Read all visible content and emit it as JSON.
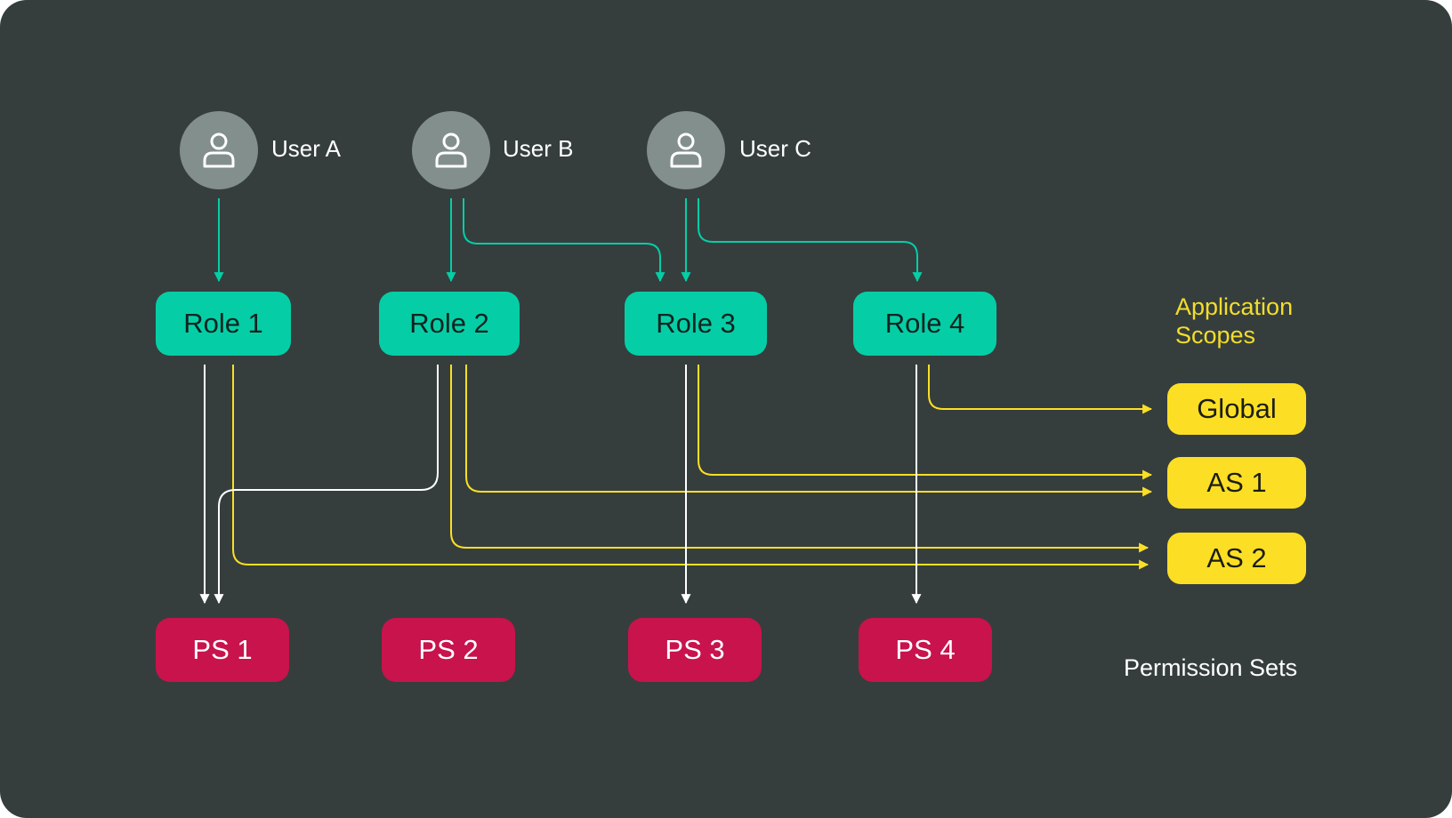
{
  "users": [
    {
      "label": "User A"
    },
    {
      "label": "User B"
    },
    {
      "label": "User C"
    }
  ],
  "roles": [
    {
      "label": "Role 1"
    },
    {
      "label": "Role 2"
    },
    {
      "label": "Role 3"
    },
    {
      "label": "Role 4"
    }
  ],
  "application_scopes": {
    "heading_line1": "Application",
    "heading_line2": "Scopes",
    "items": [
      {
        "label": "Global"
      },
      {
        "label": "AS 1"
      },
      {
        "label": "AS 2"
      }
    ]
  },
  "permission_sets": {
    "heading": "Permission Sets",
    "items": [
      {
        "label": "PS 1"
      },
      {
        "label": "PS 2"
      },
      {
        "label": "PS 3"
      },
      {
        "label": "PS 4"
      }
    ]
  },
  "connections": {
    "user_to_role": [
      {
        "from": "User A",
        "to": "Role 1"
      },
      {
        "from": "User B",
        "to": "Role 2"
      },
      {
        "from": "User B",
        "to": "Role 3"
      },
      {
        "from": "User C",
        "to": "Role 3"
      },
      {
        "from": "User C",
        "to": "Role 4"
      }
    ],
    "role_to_permission_set": [
      {
        "from": "Role 1",
        "to": "PS 1"
      },
      {
        "from": "Role 2",
        "to": "PS 1"
      },
      {
        "from": "Role 3",
        "to": "PS 3"
      },
      {
        "from": "Role 4",
        "to": "PS 4"
      }
    ],
    "role_to_scope": [
      {
        "from": "Role 4",
        "to": "Global"
      },
      {
        "from": "Role 3",
        "to": "AS 1"
      },
      {
        "from": "Role 2",
        "to": "AS 1"
      },
      {
        "from": "Role 2",
        "to": "AS 2"
      },
      {
        "from": "Role 1",
        "to": "AS 2"
      }
    ]
  },
  "colors": {
    "background": "#353e3d",
    "user_link": "#05cea6",
    "permission_link": "#ffffff",
    "scope_link": "#fcdf24",
    "role": "#05cea6",
    "scope": "#fcdf24",
    "permission_set": "#c8134c",
    "avatar": "#838f8c"
  }
}
